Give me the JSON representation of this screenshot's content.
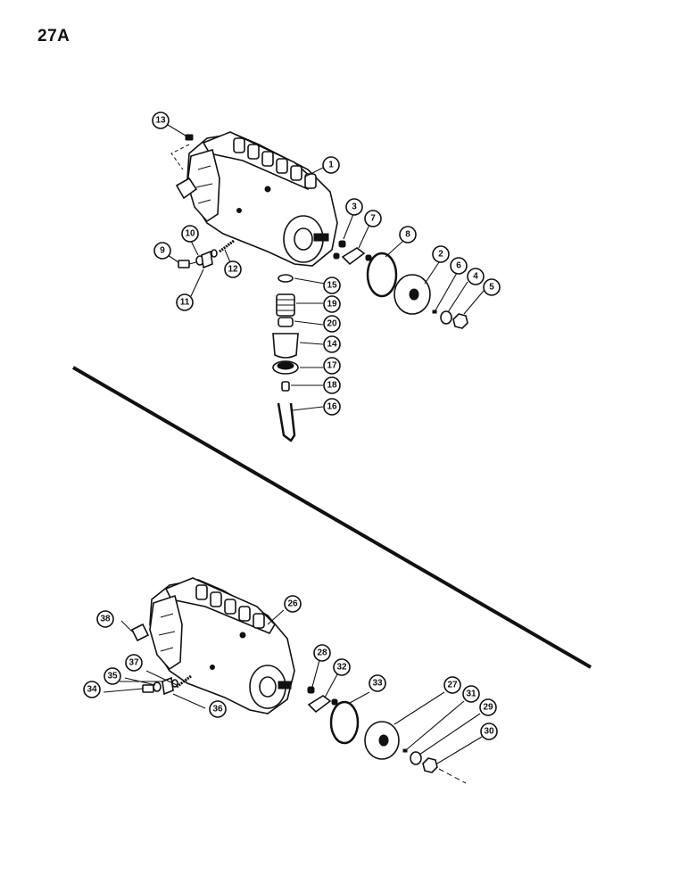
{
  "page_label": "27A",
  "callouts": [
    {
      "label": "13"
    },
    {
      "label": "1"
    },
    {
      "label": "3"
    },
    {
      "label": "7"
    },
    {
      "label": "8"
    },
    {
      "label": "10"
    },
    {
      "label": "9"
    },
    {
      "label": "12"
    },
    {
      "label": "11"
    },
    {
      "label": "2"
    },
    {
      "label": "6"
    },
    {
      "label": "4"
    },
    {
      "label": "5"
    },
    {
      "label": "15"
    },
    {
      "label": "19"
    },
    {
      "label": "20"
    },
    {
      "label": "14"
    },
    {
      "label": "17"
    },
    {
      "label": "18"
    },
    {
      "label": "16"
    },
    {
      "label": "26"
    },
    {
      "label": "38"
    },
    {
      "label": "28"
    },
    {
      "label": "32"
    },
    {
      "label": "37"
    },
    {
      "label": "35"
    },
    {
      "label": "33"
    },
    {
      "label": "27"
    },
    {
      "label": "31"
    },
    {
      "label": "29"
    },
    {
      "label": "34"
    },
    {
      "label": "36"
    },
    {
      "label": "30"
    }
  ]
}
